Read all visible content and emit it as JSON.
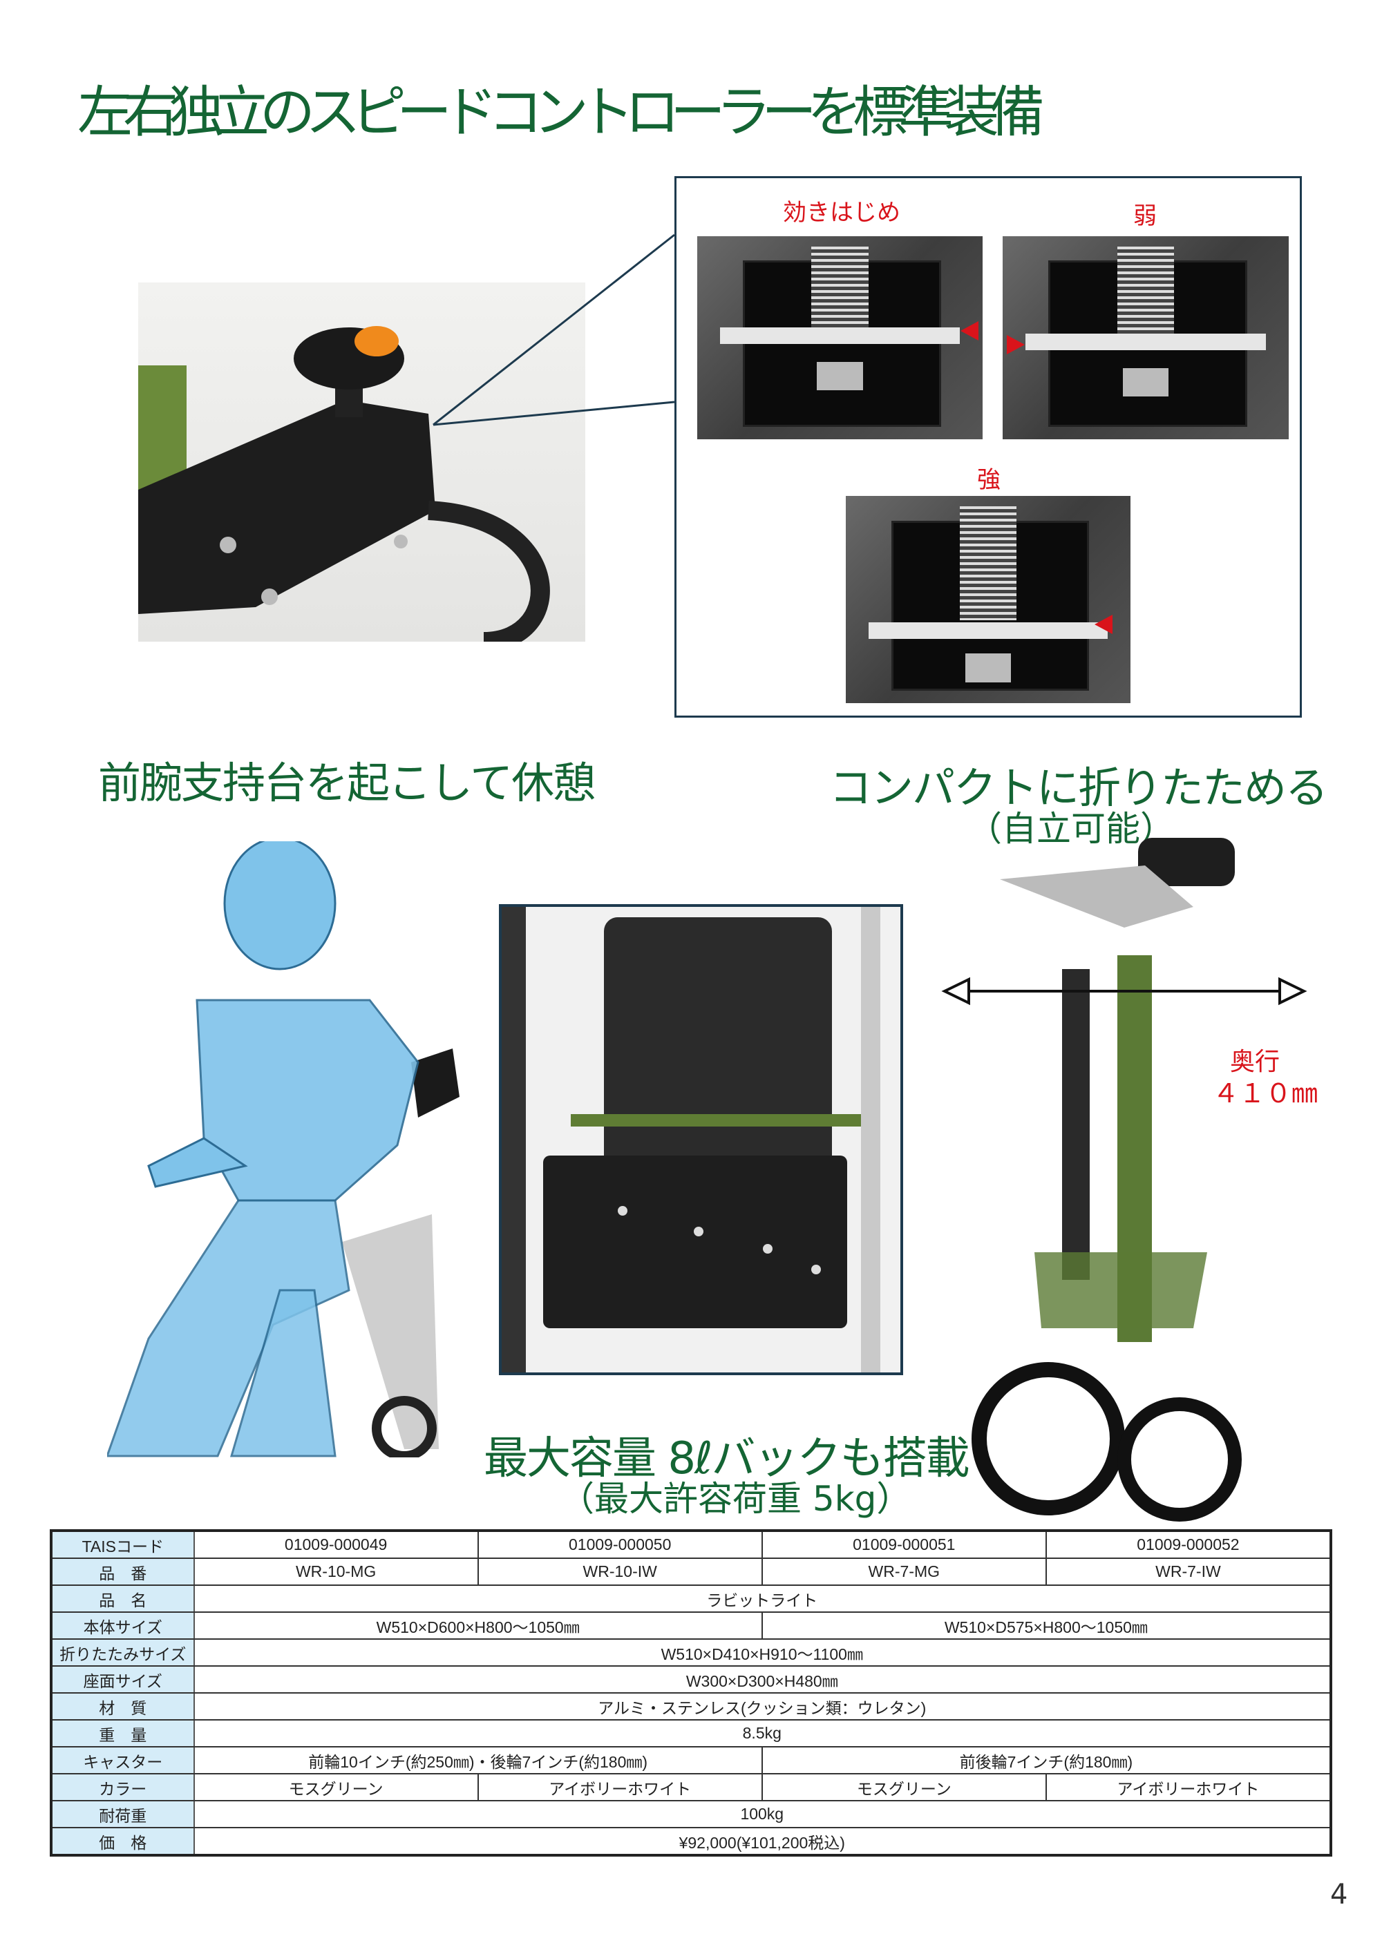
{
  "title": "左右独立のスピードコントローラーを標準装備",
  "speed_control": {
    "labels": {
      "start": "効きはじめ",
      "weak": "弱",
      "strong": "強"
    }
  },
  "features": {
    "rest": "前腕支持台を起こして休憩",
    "compact": "コンパクトに折りたためる",
    "compact_sub": "（自立可能）",
    "depth_label": "奥行",
    "depth_value": "４１０㎜",
    "bag": "最大容量 8ℓバックも搭載",
    "bag_sub": "（最大許容荷重  5kg）"
  },
  "colors": {
    "accent_green": "#146534",
    "accent_red": "#d9141b",
    "header_blue": "#d5ecf8"
  },
  "spec_table": {
    "rows": [
      {
        "label": "TAISコード",
        "cells": [
          "01009-000049",
          "01009-000050",
          "01009-000051",
          "01009-000052"
        ]
      },
      {
        "label": "品　番",
        "cells": [
          "WR-10-MG",
          "WR-10-IW",
          "WR-7-MG",
          "WR-7-IW"
        ]
      },
      {
        "label": "品　名",
        "cells": [
          "ラビットライト"
        ]
      },
      {
        "label": "本体サイズ",
        "cells": [
          "W510×D600×H800～1050㎜",
          "W510×D575×H800～1050㎜"
        ]
      },
      {
        "label": "折りたたみサイズ",
        "cells": [
          "W510×D410×H910～1100㎜"
        ]
      },
      {
        "label": "座面サイズ",
        "cells": [
          "W300×D300×H480㎜"
        ]
      },
      {
        "label": "材　質",
        "cells": [
          "アルミ・ステンレス(クッション類：ウレタン)"
        ]
      },
      {
        "label": "重　量",
        "cells": [
          "8.5kg"
        ]
      },
      {
        "label": "キャスター",
        "cells": [
          "前輪10インチ(約250㎜)・後輪7インチ(約180㎜)",
          "前後輪7インチ(約180㎜)"
        ]
      },
      {
        "label": "カラー",
        "cells": [
          "モスグリーン",
          "アイボリーホワイト",
          "モスグリーン",
          "アイボリーホワイト"
        ]
      },
      {
        "label": "耐荷重",
        "cells": [
          "100kg"
        ]
      },
      {
        "label": "価　格",
        "cells": [
          "¥92,000(¥101,200税込)"
        ]
      }
    ]
  },
  "page_number": "4"
}
